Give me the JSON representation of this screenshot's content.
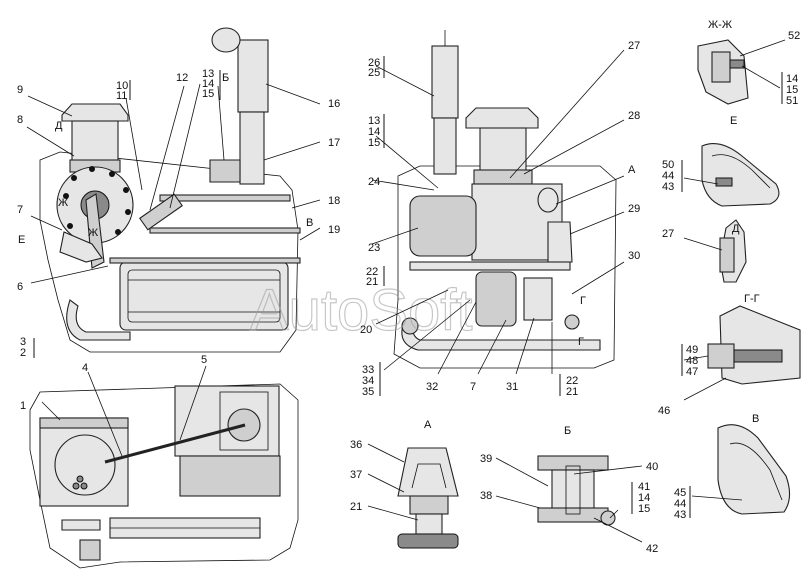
{
  "watermark": "AutoSoft",
  "sections": {
    "zh": "Ж-Ж",
    "e": "Е",
    "d": "Д",
    "g": "Г-Г",
    "a": "А",
    "b": "Б",
    "v": "В",
    "d_arrow": "Д",
    "zh_arrow_1": "Ж",
    "zh_arrow_2": "Ж",
    "e_arrow": "Е",
    "b_arrow": "Б",
    "v_arrow": "В",
    "a_arrow": "А",
    "g_arrow_1": "Г",
    "g_arrow_2": "Г"
  },
  "labels": {
    "n1": "1",
    "n2": "2",
    "n3": "3",
    "n4": "4",
    "n5": "5",
    "n6": "6",
    "n7a": "7",
    "n7b": "7",
    "n8": "8",
    "n9": "9",
    "n10": "10",
    "n11": "11",
    "n12": "12",
    "n13a": "13",
    "n14a": "14",
    "n15a": "15",
    "n16": "16",
    "n17": "17",
    "n18": "18",
    "n19": "19",
    "n20": "20",
    "n21a": "21",
    "n22a": "22",
    "n23": "23",
    "n24": "24",
    "n25": "25",
    "n26": "26",
    "n27a": "27",
    "n28": "28",
    "n29": "29",
    "n30": "30",
    "n31": "31",
    "n32": "32",
    "n33": "33",
    "n34": "34",
    "n35": "35",
    "n22b": "22",
    "n21b": "21",
    "n13b": "13",
    "n14b": "14",
    "n15b": "15",
    "n36": "36",
    "n37": "37",
    "n21c": "21",
    "n38": "38",
    "n39": "39",
    "n40": "40",
    "n41": "41",
    "n14c": "14",
    "n15c": "15",
    "n42": "42",
    "n45": "45",
    "n44b": "44",
    "n43b": "43",
    "n52": "52",
    "n14d": "14",
    "n15d": "15",
    "n51": "51",
    "n50": "50",
    "n44a": "44",
    "n43a": "43",
    "n27b": "27",
    "n49": "49",
    "n48": "48",
    "n47": "47",
    "n46": "46"
  }
}
